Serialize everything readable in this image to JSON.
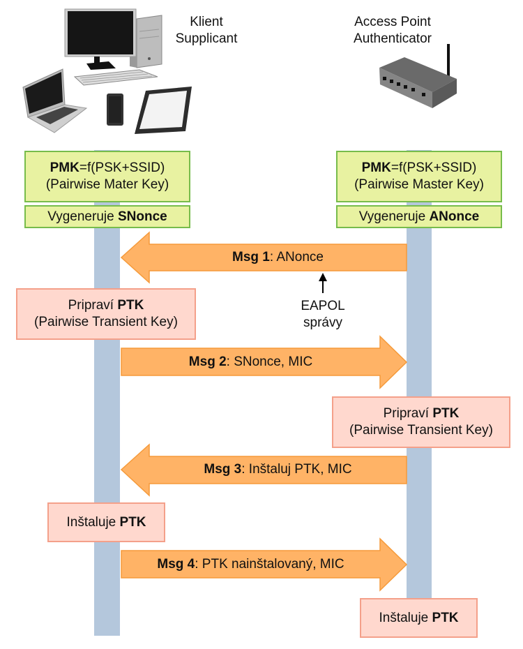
{
  "actors": {
    "client": {
      "line1": "Klient",
      "line2": "Supplicant"
    },
    "access_point": {
      "line1": "Access Point",
      "line2": "Authenticator"
    }
  },
  "client_pmk": {
    "bold": "PMK",
    "formula": "=f(PSK+SSID)",
    "desc": "(Pairwise Mater Key)"
  },
  "ap_pmk": {
    "bold": "PMK",
    "formula": "=f(PSK+SSID)",
    "desc": "(Pairwise Master Key)"
  },
  "client_nonce": {
    "prefix": "Vygeneruje ",
    "bold": "SNonce"
  },
  "ap_nonce": {
    "prefix": "Vygeneruje ",
    "bold": "ANonce"
  },
  "messages": [
    {
      "bold": "Msg 1",
      "text": ": ANonce",
      "direction": "ap-to-client"
    },
    {
      "bold": "Msg 2",
      "text": ": SNonce, MIC",
      "direction": "client-to-ap"
    },
    {
      "bold": "Msg 3",
      "text": ": Inštaluj PTK, MIC",
      "direction": "ap-to-client"
    },
    {
      "bold": "Msg 4",
      "text": ": PTK nainštalovaný, MIC",
      "direction": "client-to-ap"
    }
  ],
  "eapol_note": {
    "line1": "EAPOL",
    "line2": "správy"
  },
  "client_ptk": {
    "prefix": "Pripraví ",
    "bold": "PTK",
    "desc": "(Pairwise Transient Key)"
  },
  "ap_ptk": {
    "prefix": "Pripraví ",
    "bold": "PTK",
    "desc": "(Pairwise Transient Key)"
  },
  "client_install": {
    "prefix": "Inštaluje ",
    "bold": "PTK"
  },
  "ap_install": {
    "prefix": "Inštaluje ",
    "bold": "PTK"
  },
  "colors": {
    "lifeline": "#b4c7dc",
    "arrow_fill": "#ffb366",
    "arrow_stroke": "#f59a3a",
    "green_fill": "#e8f2a1",
    "green_border": "#77bc4b",
    "pink_fill": "#ffd8ce",
    "pink_border": "#f4a08a"
  }
}
